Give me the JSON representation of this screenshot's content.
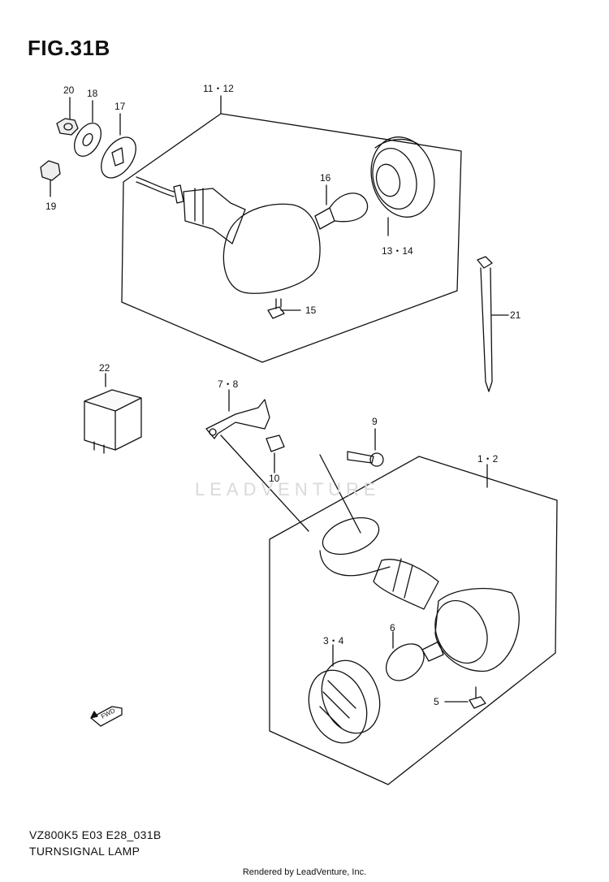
{
  "figure": {
    "title": "FIG.31B",
    "model_code": "VZ800K5 E03 E28_031B",
    "name": "TURNSIGNAL LAMP"
  },
  "footer": {
    "rendered_by": "Rendered by LeadVenture, Inc."
  },
  "watermark": {
    "text": "LEADVENTURE"
  },
  "fwd_label": "FWD",
  "callouts": {
    "c20": "20",
    "c18": "18",
    "c17": "17",
    "c19": "19",
    "c11_12": "11・12",
    "c16": "16",
    "c13_14": "13・14",
    "c15": "15",
    "c21": "21",
    "c22": "22",
    "c7_8": "7・8",
    "c9": "9",
    "c10": "10",
    "c1_2": "1・2",
    "c3_4": "3・4",
    "c6": "6",
    "c5": "5"
  }
}
